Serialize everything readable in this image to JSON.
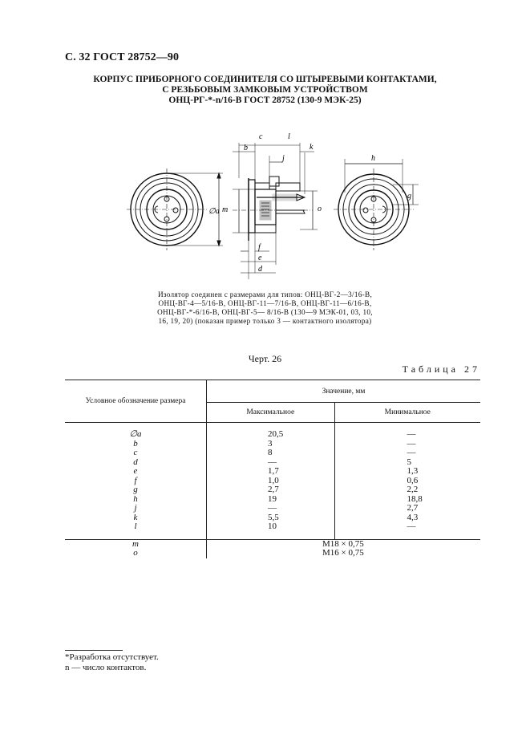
{
  "header": "С. 32 ГОСТ 28752—90",
  "title": [
    "КОРПУС ПРИБОРНОГО СОЕДИНИТЕЛЯ СО ШТЫРЕВЫМИ КОНТАКТАМИ,",
    "С РЕЗЬБОВЫМ ЗАМКОВЫМ УСТРОЙСТВОМ",
    "ОНЦ-РГ-*-n/16-В ГОСТ 28752 (130-9 МЭК-25)"
  ],
  "drawing_labels": {
    "c": "c",
    "b": "b",
    "l": "l",
    "k": "k",
    "j": "j",
    "a": "∅a",
    "m": "m",
    "o": "o",
    "f": "f",
    "e": "e",
    "d": "d",
    "h": "h",
    "g": "g"
  },
  "caption": [
    "Изолятор соединен с размерами для типов: ОНЦ-ВГ-2—3/16-В,",
    "ОНЦ-ВГ-4—5/16-В, ОНЦ-ВГ-11—7/16-В, ОНЦ-ВГ-11—6/16-В,",
    "ОНЦ-ВГ-*-6/16-В, ОНЦ-ВГ-5— 8/16-В (130—9 МЭК-01, 03, 10,",
    "16, 19, 20) (показан пример только 3 — контактного изолятора)"
  ],
  "figure_label": "Черт. 26",
  "table": {
    "title": "Таблица 27",
    "col_symbol": "Условное обозначение размера",
    "col_value": "Значение, мм",
    "col_max": "Максимальное",
    "col_min": "Минимальное",
    "rows": [
      {
        "symbol": "∅a",
        "max": "20,5",
        "min": "—"
      },
      {
        "symbol": "b",
        "max": "3",
        "min": "—"
      },
      {
        "symbol": "c",
        "max": "8",
        "min": "—"
      },
      {
        "symbol": "d",
        "max": "—",
        "min": "5"
      },
      {
        "symbol": "e",
        "max": "1,7",
        "min": "1,3"
      },
      {
        "symbol": "f",
        "max": "1,0",
        "min": "0,6"
      },
      {
        "symbol": "g",
        "max": "2,7",
        "min": "2,2"
      },
      {
        "symbol": "h",
        "max": "19",
        "min": "18,8"
      },
      {
        "symbol": "j",
        "max": "—",
        "min": "2,7"
      },
      {
        "symbol": "k",
        "max": "5,5",
        "min": "4,3"
      },
      {
        "symbol": "l",
        "max": "10",
        "min": "—"
      }
    ],
    "thread_rows": [
      {
        "symbol": "m",
        "value": "M18 × 0,75"
      },
      {
        "symbol": "o",
        "value": "M16 × 0,75"
      }
    ]
  },
  "footnotes": [
    "*Разработка отсутствует.",
    "n — число контактов."
  ]
}
